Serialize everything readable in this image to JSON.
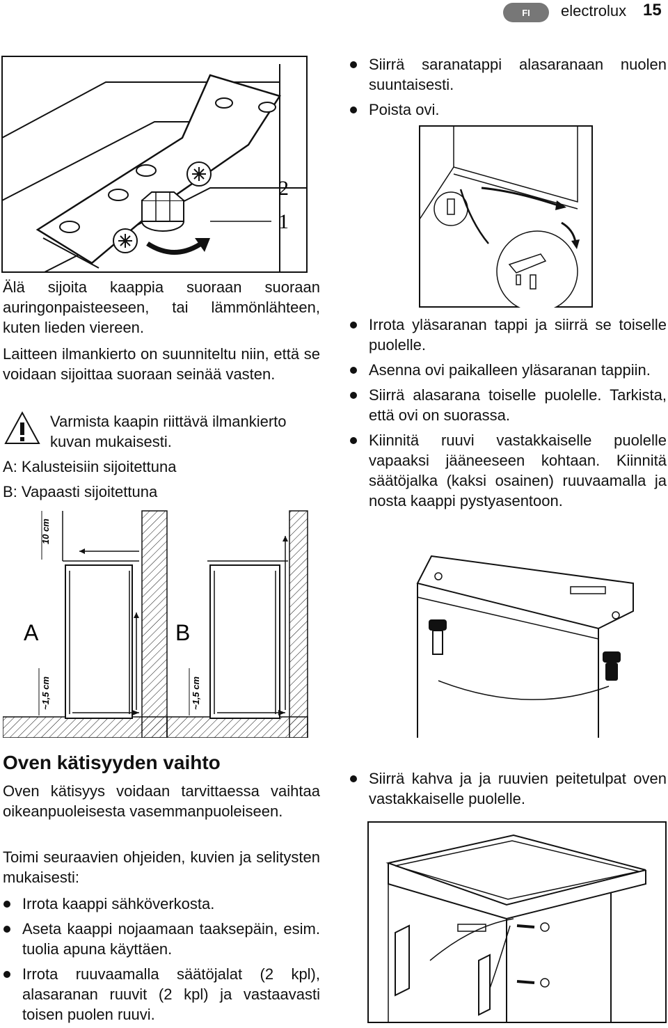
{
  "header": {
    "language_badge": "FI",
    "brand": "electrolux",
    "page_number": "15"
  },
  "figure1": {
    "label_2": "2",
    "label_1": "1"
  },
  "left_top": {
    "p1": "Älä sijoita kaappia suoraan suoraan auringonpaisteeseen, tai lämmönlähteen, kuten lieden viereen.",
    "p2": "Laitteen ilmankierto on suunniteltu niin, että se voidaan sijoittaa suoraan seinää vasten.",
    "warning": "Varmista kaapin riittävä ilmankierto kuvan mukaisesti.",
    "legend_a_key": "A",
    "legend_a_text": ": Kalusteisiin sijoitettuna",
    "legend_b_key": "B",
    "legend_b_text": ": Vapaasti sijoitettuna"
  },
  "figure_ab": {
    "label_a": "A",
    "label_b": "B",
    "dim_top": "10 cm",
    "dim_bottom_a": "~1,5 cm",
    "dim_bottom_b": "~1,5 cm"
  },
  "section": {
    "title": "Oven kätisyyden vaihto",
    "p1": "Oven kätisyys voidaan tarvittaessa vaihtaa oikeanpuoleisesta vasemmanpuoleiseen.",
    "p2": "Toimi seuraavien ohjeiden, kuvien ja selitysten mukaisesti:",
    "bullets": [
      "Irrota kaappi sähköverkosta.",
      "Aseta kaappi nojaamaan taaksepäin, esim. tuolia apuna käyttäen.",
      "Irrota ruuvaamalla säätöjalat (2 kpl), alasaranan ruuvit (2 kpl) ja vastaavasti toisen puolen ruuvi."
    ]
  },
  "right_top_bullets": [
    "Siirrä saranatappi alasaranaan nuolen suuntaisesti.",
    "Poista ovi."
  ],
  "right_mid_bullets": [
    "Irrota yläsaranan tappi ja siirrä se toiselle puolelle.",
    "Asenna ovi paikalleen yläsaranan tappiin.",
    "Siirrä alasarana toiselle puolelle. Tarkista, että ovi on suorassa.",
    "Kiinnitä ruuvi vastakkaiselle puolelle vapaaksi jääneeseen kohtaan. Kiinnitä säätöjalka (kaksi osainen) ruuvaamalla ja nosta kaappi pystyasentoon."
  ],
  "right_bottom_bullets": [
    "Siirrä kahva ja ja ruuvien peitetulpat oven vastakkaiselle puolelle."
  ]
}
